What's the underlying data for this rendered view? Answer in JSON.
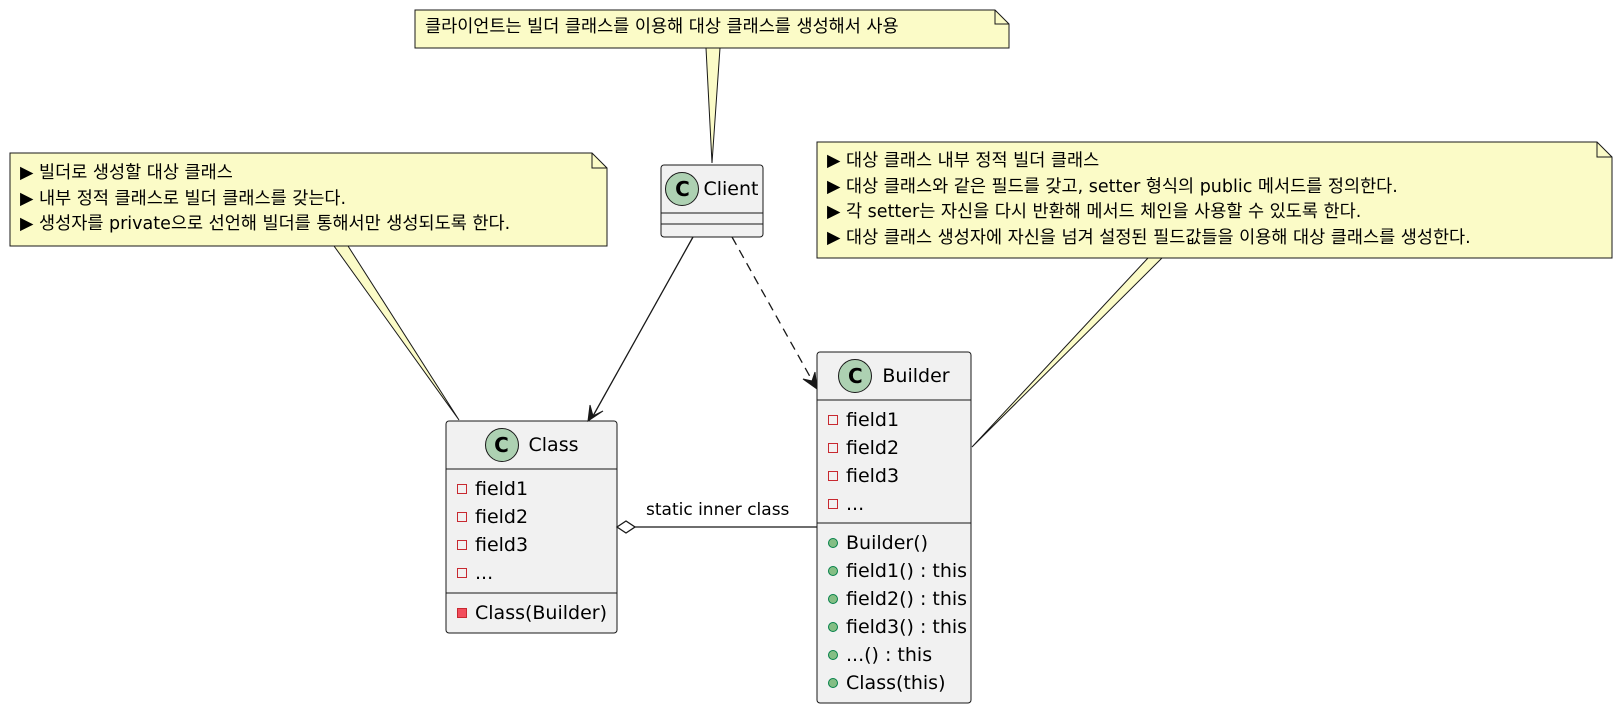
{
  "colors": {
    "note_fill": "#fbfbc7",
    "note_stroke": "#181818",
    "class_fill": "#f1f1f1",
    "class_stroke": "#181818",
    "stereotype_circle": "#add1b2"
  },
  "notes": {
    "client_note": {
      "lines": [
        "클라이언트는 빌더 클래스를 이용해 대상 클래스를 생성해서 사용"
      ]
    },
    "class_note": {
      "lines": [
        "▶ 빌더로 생성할 대상 클래스",
        "▶ 내부 정적 클래스로 빌더 클래스를 갖는다.",
        "▶ 생성자를 private으로 선언해 빌더를 통해서만 생성되도록 한다."
      ]
    },
    "builder_note": {
      "lines": [
        "▶ 대상 클래스 내부 정적 빌더 클래스",
        "▶ 대상 클래스와 같은 필드를 갖고, setter 형식의 public 메서드를 정의한다.",
        "▶ 각 setter는 자신을 다시 반환해 메서드 체인을 사용할 수 있도록 한다.",
        "▶ 대상 클래스 생성자에 자신을 넘겨 설정된 필드값들을 이용해 대상 클래스를 생성한다."
      ]
    }
  },
  "classes": {
    "client": {
      "stereotype": "C",
      "name": "Client",
      "fields": [],
      "methods": []
    },
    "class": {
      "stereotype": "C",
      "name": "Class",
      "fields": [
        {
          "visibility": "private",
          "name": "field1"
        },
        {
          "visibility": "private",
          "name": "field2"
        },
        {
          "visibility": "private",
          "name": "field3"
        },
        {
          "visibility": "private",
          "name": "..."
        }
      ],
      "methods": [
        {
          "visibility": "private",
          "name": "Class(Builder)"
        }
      ]
    },
    "builder": {
      "stereotype": "C",
      "name": "Builder",
      "fields": [
        {
          "visibility": "private",
          "name": "field1"
        },
        {
          "visibility": "private",
          "name": "field2"
        },
        {
          "visibility": "private",
          "name": "field3"
        },
        {
          "visibility": "private",
          "name": "..."
        }
      ],
      "methods": [
        {
          "visibility": "public",
          "name": "Builder()"
        },
        {
          "visibility": "public",
          "name": "field1() : this"
        },
        {
          "visibility": "public",
          "name": "field2() : this"
        },
        {
          "visibility": "public",
          "name": "field3() : this"
        },
        {
          "visibility": "public",
          "name": "...() : this"
        },
        {
          "visibility": "public",
          "name": "Class(this)"
        }
      ]
    }
  },
  "relations": {
    "client_to_class": {
      "type": "association",
      "label": ""
    },
    "client_to_builder": {
      "type": "dependency",
      "label": ""
    },
    "builder_to_class": {
      "type": "aggregation",
      "label": "static inner class"
    }
  }
}
